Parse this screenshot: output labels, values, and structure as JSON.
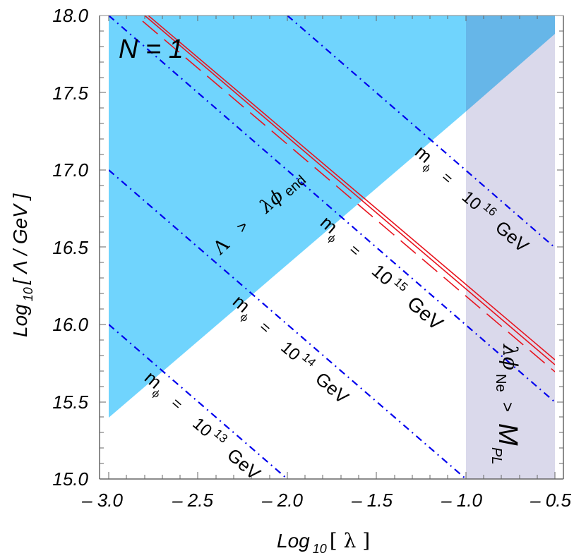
{
  "chart_data": {
    "type": "line",
    "title": "",
    "xlabel": "Log10[λ]",
    "ylabel": "Log10[Λ / GeV]",
    "xlim": [
      -3.0,
      -0.5
    ],
    "ylim": [
      15.0,
      18.0
    ],
    "grid": false,
    "x_ticks": [
      "– 3.0",
      "– 2.5",
      "– 2.0",
      "– 1.5",
      "– 1.0",
      "– 0.5"
    ],
    "y_ticks": [
      "15.0",
      "15.5",
      "16.0",
      "16.5",
      "17.0",
      "17.5",
      "18.0"
    ],
    "regions": [
      {
        "name": "Λ > λφ_end",
        "color": "#70d4fd",
        "boundary": {
          "x": [
            -3.0,
            -0.5
          ],
          "y": [
            15.38,
            17.88
          ]
        },
        "fill": "above"
      },
      {
        "name": "λφ_Ne > M_PL",
        "color": "#dad9eb",
        "x_range": [
          -1.0,
          -0.5
        ]
      },
      {
        "name": "overlap",
        "color": "#66b6e8"
      }
    ],
    "series": [
      {
        "name": "m_phi = 10^16 GeV",
        "style": "dash-dot",
        "color": "#0000ee",
        "x": [
          -2.0,
          -0.5
        ],
        "y": [
          18.0,
          16.5
        ]
      },
      {
        "name": "m_phi = 10^15 GeV",
        "style": "dash-dot",
        "color": "#0000ee",
        "x": [
          -3.0,
          -0.5
        ],
        "y": [
          18.0,
          15.5
        ]
      },
      {
        "name": "m_phi = 10^14 GeV",
        "style": "dash-dot",
        "color": "#0000ee",
        "x": [
          -3.0,
          -1.0
        ],
        "y": [
          17.0,
          15.0
        ]
      },
      {
        "name": "m_phi = 10^13 GeV",
        "style": "dash-dot",
        "color": "#0000ee",
        "x": [
          -3.0,
          -2.0
        ],
        "y": [
          16.0,
          15.0
        ]
      },
      {
        "name": "N = 1 (solid 1)",
        "style": "solid",
        "color": "#e8141e",
        "x": [
          -2.78,
          -0.5
        ],
        "y": [
          18.0,
          15.77
        ]
      },
      {
        "name": "N = 1 (solid 2)",
        "style": "solid",
        "color": "#e8141e",
        "x": [
          -2.74,
          -0.5
        ],
        "y": [
          18.0,
          15.74
        ]
      },
      {
        "name": "N = 1 (dashed)",
        "style": "dashed",
        "color": "#e8141e",
        "x": [
          -2.76,
          -0.5
        ],
        "y": [
          17.95,
          15.7
        ]
      }
    ],
    "annotations": [
      "N = 1",
      "Λ > λφ end",
      "m φ = 10^16 GeV",
      "m φ = 10^15 GeV",
      "m φ = 10^14 GeV",
      "m φ = 10^13 GeV",
      "λφ Ne > M PL"
    ]
  },
  "labels": {
    "n_label": "N  =  1",
    "region_a": {
      "lambda_cap": "Λ",
      "gt": ">",
      "lamphi": "λϕ",
      "sub": "end"
    },
    "region_b": {
      "lamphi": "λϕ",
      "sub": "Ne",
      "gt": ">",
      "M": "M",
      "sub2": "PL"
    },
    "mass": [
      {
        "m": "m",
        "sub": "ϕ",
        "eq": "=",
        "base": "10",
        "exp": "16",
        "unit": "GeV"
      },
      {
        "m": "m",
        "sub": "ϕ",
        "eq": "=",
        "base": "10",
        "exp": "15",
        "unit": "GeV"
      },
      {
        "m": "m",
        "sub": "ϕ",
        "eq": "=",
        "base": "10",
        "exp": "14",
        "unit": "GeV"
      },
      {
        "m": "m",
        "sub": "ϕ",
        "eq": "=",
        "base": "10",
        "exp": "13",
        "unit": "GeV"
      }
    ],
    "xaxis": {
      "log": "Log",
      "sub": "10",
      "bracket": "[ λ ]"
    },
    "yaxis": {
      "log": "Log",
      "sub": "10",
      "bracket": "[ Λ / GeV ]"
    }
  },
  "colors": {
    "blue_region": "#70d4fd",
    "purple_region": "#dad9eb",
    "overlap_region": "#66b6e8",
    "dashdot": "#0000ee",
    "red": "#e8141e",
    "frame": "#555555"
  }
}
